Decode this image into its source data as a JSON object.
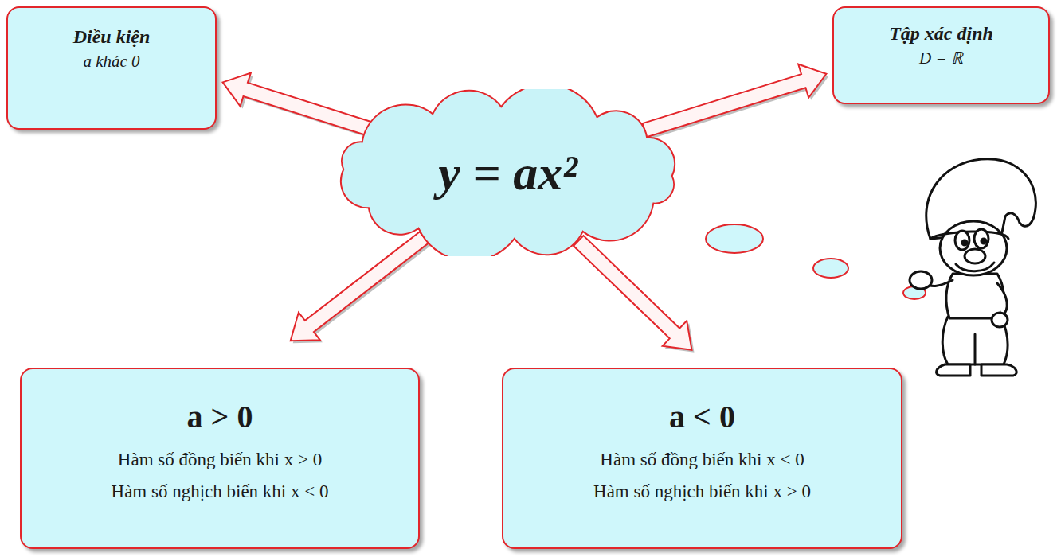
{
  "diagram": {
    "nodes": [
      {
        "text": [
          "y = ax²"
        ]
      },
      {
        "text": [
          "Điều kiện",
          "a khác 0"
        ]
      },
      {
        "text": [
          "Tập xác định",
          "D = ℝ"
        ]
      },
      {
        "text": [
          "a > 0",
          "Hàm số đồng biến khi x > 0",
          "Hàm số nghịch biến khi x < 0"
        ]
      },
      {
        "text": [
          "a < 0",
          "Hàm số đồng biến khi x < 0",
          "Hàm số nghịch biến khi x > 0"
        ]
      }
    ],
    "edges": [
      {
        "from": 0,
        "to": 1,
        "arrow": "to"
      },
      {
        "from": 0,
        "to": 2,
        "arrow": "to"
      },
      {
        "from": 0,
        "to": 3,
        "arrow": "to"
      },
      {
        "from": 0,
        "to": 4,
        "arrow": "to"
      }
    ]
  }
}
